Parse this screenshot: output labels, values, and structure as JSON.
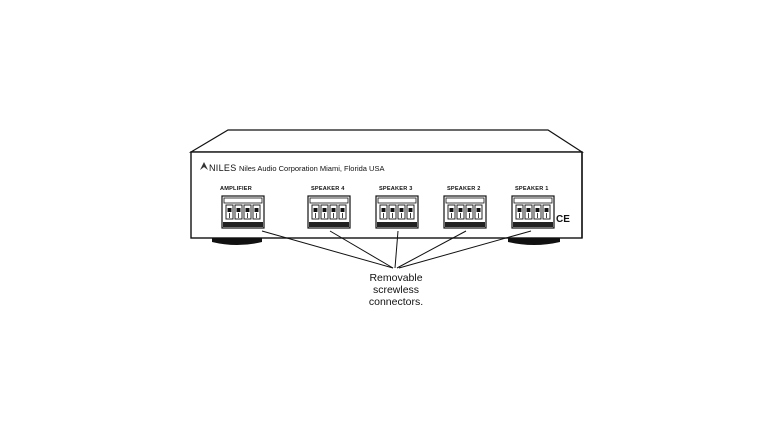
{
  "brand": {
    "name": "NILES",
    "address": "Niles Audio Corporation  Miami, Florida  USA"
  },
  "ports": [
    {
      "label": "AMPLIFIER"
    },
    {
      "label": "SPEAKER 4"
    },
    {
      "label": "SPEAKER 3"
    },
    {
      "label": "SPEAKER 2"
    },
    {
      "label": "SPEAKER 1"
    }
  ],
  "ce_mark": "CE",
  "callout": {
    "line1": "Removable",
    "line2": "screwless",
    "line3": "connectors."
  }
}
